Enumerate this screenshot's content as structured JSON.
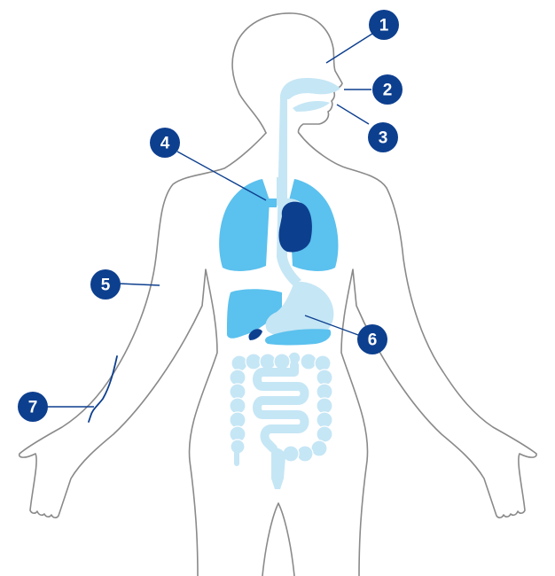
{
  "colors": {
    "background": "#ffffff",
    "outline": "#8a8a8a",
    "light_blue": "#c5e6f5",
    "mid_blue": "#5bc1ee",
    "dark_blue": "#0d3f8f",
    "marker": "#0d3f8f",
    "leader": "#0d3f8f"
  },
  "markers": [
    {
      "label": "1"
    },
    {
      "label": "2"
    },
    {
      "label": "3"
    },
    {
      "label": "4"
    },
    {
      "label": "5"
    },
    {
      "label": "6"
    },
    {
      "label": "7"
    }
  ]
}
